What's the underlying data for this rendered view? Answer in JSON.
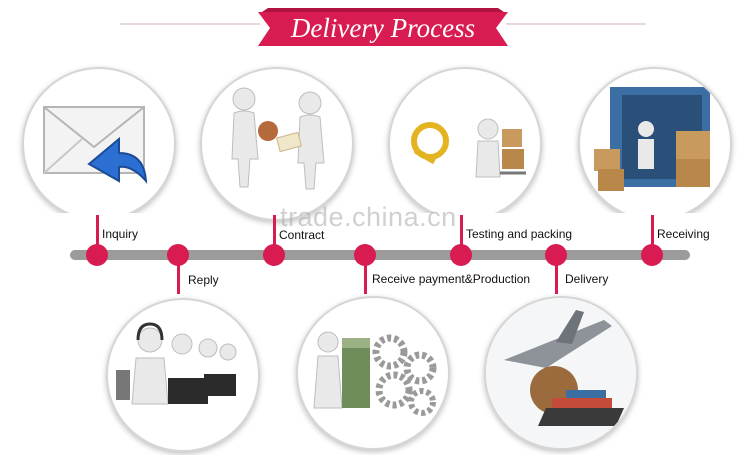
{
  "banner": {
    "title": "Delivery Process",
    "color": "#d81b50"
  },
  "steps": {
    "inquiry": "Inquiry",
    "reply": "Reply",
    "contract": "Contract",
    "receive": "Receive payment&Production",
    "testing": "Testing and packing",
    "delivery": "Delivery",
    "receiving": "Receiving"
  },
  "watermark": "trade.china.cn",
  "colors": {
    "accent": "#d81b50",
    "timeline": "#9b9b9b"
  }
}
